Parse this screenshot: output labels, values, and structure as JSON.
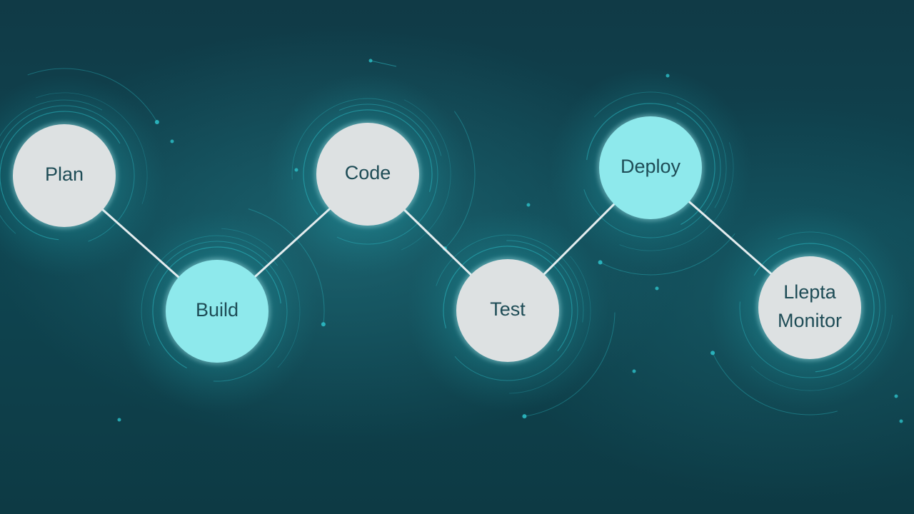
{
  "diagram": {
    "nodes": [
      {
        "id": "plan",
        "lines": [
          "Plan"
        ]
      },
      {
        "id": "build",
        "lines": [
          "Build"
        ]
      },
      {
        "id": "code",
        "lines": [
          "Code"
        ]
      },
      {
        "id": "test",
        "lines": [
          "Test"
        ]
      },
      {
        "id": "deploy",
        "lines": [
          "Deploy"
        ]
      },
      {
        "id": "monitor",
        "lines": [
          "Llepta",
          "Monitor"
        ]
      }
    ],
    "edges": [
      [
        "plan",
        "build"
      ],
      [
        "build",
        "code"
      ],
      [
        "code",
        "test"
      ],
      [
        "test",
        "deploy"
      ],
      [
        "deploy",
        "monitor"
      ]
    ],
    "colors": {
      "background": "#0f4652",
      "node_light": "#dde1e2",
      "node_cyan": "#8ee9ec",
      "connector": "#e4ecee",
      "ring": "#2fc9d2",
      "label": "#1e4c56"
    }
  }
}
